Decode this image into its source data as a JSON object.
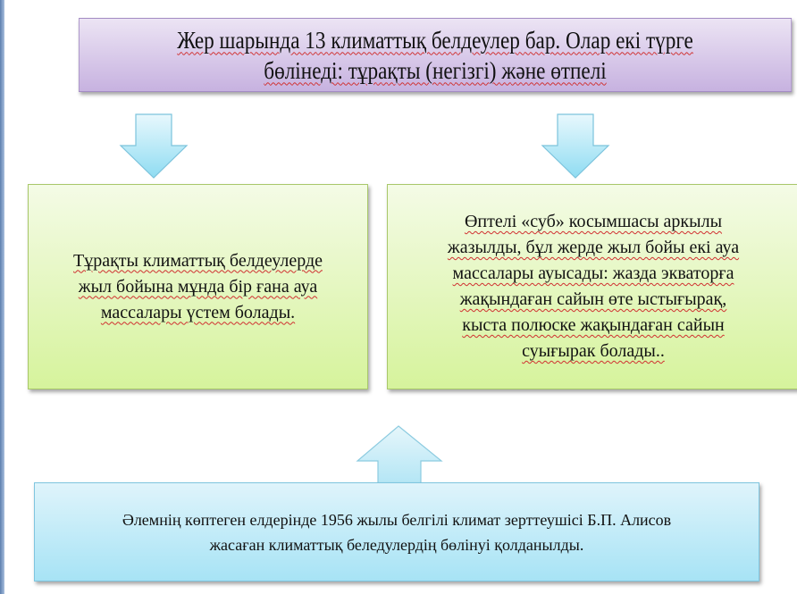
{
  "top_box": {
    "lines": [
      "Жер шарында 13 климаттық белдеулер бар. Олар екі түрге",
      "бөлінеді: тұрақты (негізгі)  және өтпелі"
    ]
  },
  "left_box": {
    "lines": [
      "Тұрақты климаттық белдеулерде",
      "жыл бойына мұнда бір ғана ауа",
      "массалары үстем болады."
    ]
  },
  "right_box": {
    "lines": [
      "Өптелі  «суб» косымшасы аркылы",
      "жазылды, бұл жерде жыл бойы екі ауа",
      "массалары ауысады: жазда экваторға",
      "жақындаған сайын өте ыстығырақ,",
      "кыста полюске жақындаған сайын",
      "суығырак болады.."
    ]
  },
  "bottom_box": {
    "lines": [
      "Әлемнің көптеген елдерінде 1956 жылы белгілі климат зерттеушісі Б.П. Алисов",
      "жасаған  климаттық беледулердің бөлінуі қолданылды."
    ]
  }
}
